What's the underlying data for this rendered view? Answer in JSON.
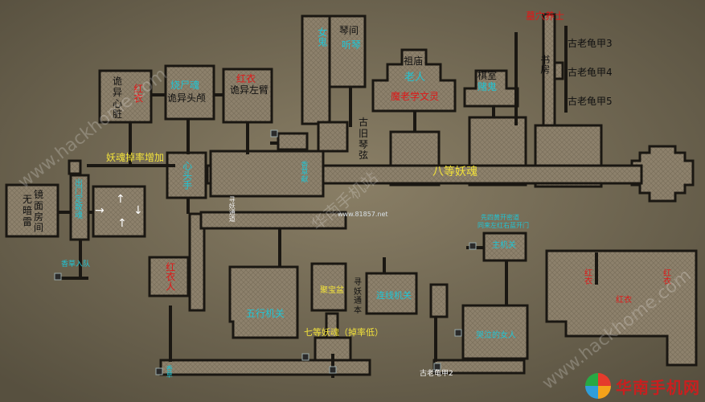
{
  "labels": {
    "guiyi_xinzang": "诡异心脏",
    "red_near_heart": "红衣",
    "shaohuo_hun": "烧尸魂",
    "guiyi_touqian": "诡异头颅",
    "red_top_left_arm": "红衣",
    "guiyi_zuobi": "诡异左臂",
    "nvgui": "女鬼",
    "qinjian": "琴间",
    "tingqin": "听琴",
    "zumiao": "祖庙",
    "laoren": "老人",
    "red_temple": "魔老学文灵",
    "qin_room": "棋室",
    "dugui": "赌鬼",
    "shufang": "书房",
    "red_top_right": "墓穴养士",
    "guji1": "古老龟甲3",
    "guji2": "古老龟甲4",
    "guji3": "古老龟甲5",
    "guzhi_qinxian": "古旧琴弦",
    "yaohun_drop": "妖魂掉率增加",
    "xin_tou_shou": "心头手",
    "xiangcao_xian": "香草献",
    "bade_yaohun": "八等妖魂",
    "chukou_left": "出门定散魂",
    "jingmian_fangjian": "镜面房间",
    "wu_anlei": "无暗雷",
    "xiangcao_ruidui": "香草入队",
    "yaoyao_tongdao": "寻妖通道",
    "website": "www.81857.net",
    "red_left_bottom": "红衣人",
    "wuxing_jiguan": "五行机关",
    "fengbao_pen": "聚宝盆",
    "xunyao_tongben": "寻妖通本",
    "lianxian_jiguan": "连线机关",
    "qideng_yaohun": "七等妖魂（掉率低）",
    "zhu_jiguan": "主机关",
    "note_top": "先四黄开密道",
    "note_bottom": "同来左红右蓝开门",
    "kuqi_nvren": "哭泣的女人",
    "guji_bottom": "古老龟甲2",
    "red_right1": "红衣",
    "red_right2": "红衣",
    "red_right3": "红衣",
    "blue_bottom_left": "香草",
    "watermark_left": "www.hackhome.com",
    "watermark_right": "www.hackhome.com",
    "watermark_mid": "华南手机站",
    "brand": "华南手机网"
  }
}
